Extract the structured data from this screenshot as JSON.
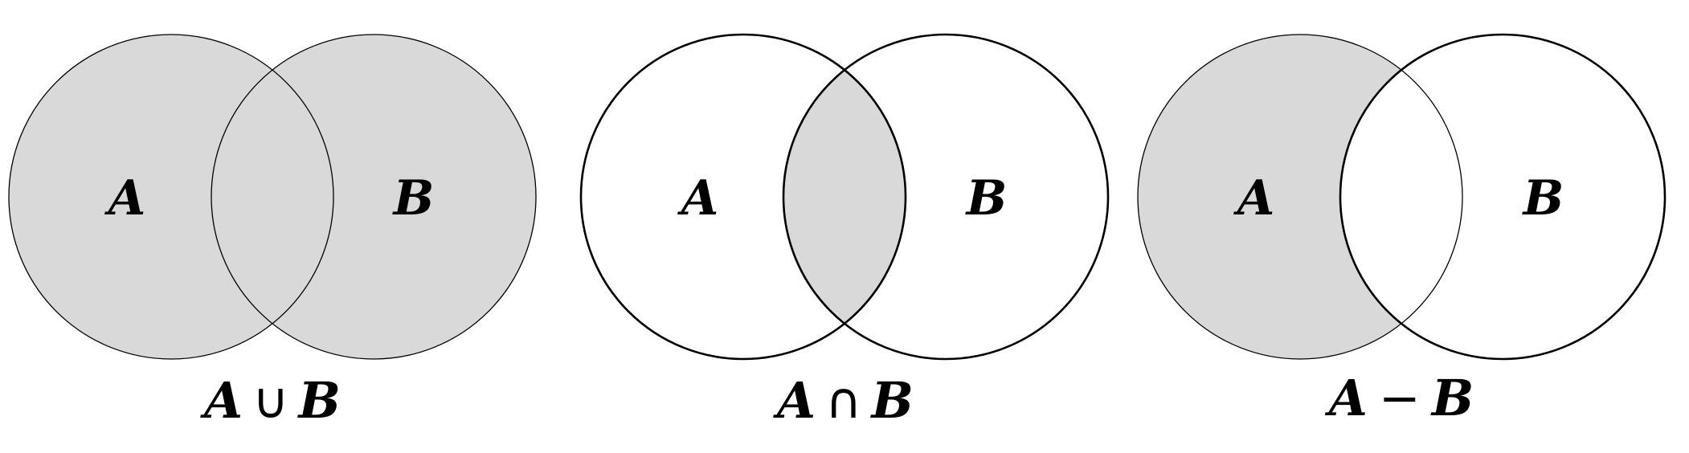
{
  "colors": {
    "shade": "#d9d9d9",
    "stroke": "#000000",
    "background": "#ffffff"
  },
  "panels": [
    {
      "set_a_label": "A",
      "set_b_label": "B",
      "caption_left": "A",
      "caption_operator": "∪",
      "caption_right": "B",
      "shaded_region": "union"
    },
    {
      "set_a_label": "A",
      "set_b_label": "B",
      "caption_left": "A",
      "caption_operator": "∩",
      "caption_right": "B",
      "shaded_region": "intersection"
    },
    {
      "set_a_label": "A",
      "set_b_label": "B",
      "caption_left": "A",
      "caption_operator": "−",
      "caption_right": "B",
      "shaded_region": "difference"
    }
  ]
}
